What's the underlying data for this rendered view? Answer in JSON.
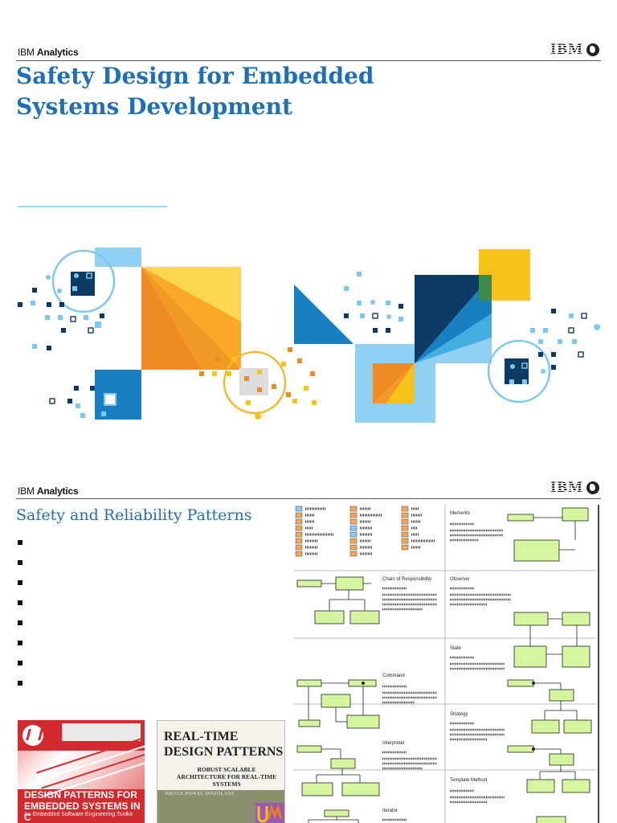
{
  "slide1": {
    "brand_light": "IBM",
    "brand_bold": "Analytics",
    "logo_text": "IBM",
    "title": "Safety Design for Embedded Systems Development"
  },
  "slide2": {
    "brand_light": "IBM",
    "brand_bold": "Analytics",
    "logo_text": "IBM",
    "title": "Safety and Reliability Patterns",
    "bullet_count": 8,
    "book1": {
      "title": "DESIGN PATTERNS FOR EMBEDDED SYSTEMS IN C",
      "subtitle": "An Embedded Software Engineering Toolkit"
    },
    "book2": {
      "title": "REAL-TIME DESIGN PATTERNS",
      "subtitle": "ROBUST SCALABLE ARCHITECTURE FOR REAL-TIME SYSTEMS",
      "author": "BRUCE POWEL DOUGLASS"
    },
    "catalog": {
      "patterns_left": [
        "Chain of Responsibility",
        "Command",
        "Interpreter",
        "Iterator"
      ],
      "patterns_right": [
        "Memento",
        "Observer",
        "State",
        "Strategy",
        "Template Method"
      ]
    }
  },
  "colors": {
    "title_blue": "#1f6fb5",
    "light_blue": "#7cc8ef",
    "dark_navy": "#0d3b66",
    "yellow": "#f7c31a",
    "orange": "#ef8b25",
    "uml_green": "#d6f5a0"
  }
}
